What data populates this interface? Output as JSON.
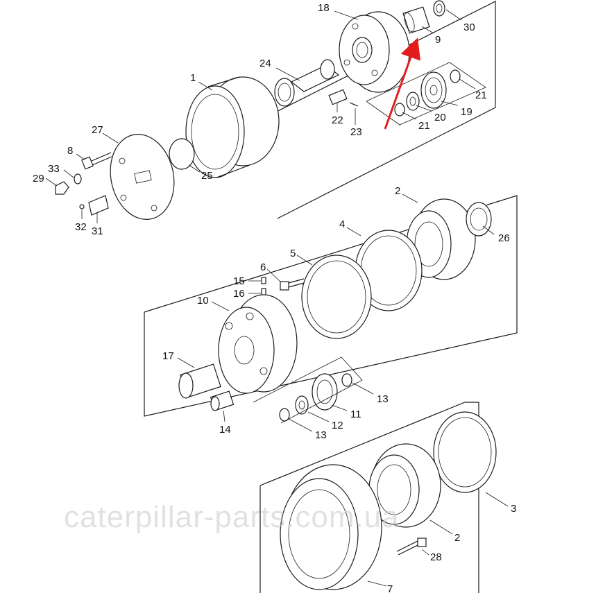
{
  "watermark": "caterpillar-parts.com.ua",
  "highlight_color": "#e31c1c",
  "labels": {
    "p18": "18",
    "p30": "30",
    "p9": "9",
    "p24": "24",
    "p1": "1",
    "p21a": "21",
    "p22": "22",
    "p23": "23",
    "p21b": "21",
    "p20": "20",
    "p19": "19",
    "p27": "27",
    "p8": "8",
    "p33": "33",
    "p29": "29",
    "p25": "25",
    "p32": "32",
    "p31": "31",
    "p2a": "2",
    "p4": "4",
    "p5": "5",
    "p6": "6",
    "p26": "26",
    "p15": "15",
    "p16": "16",
    "p10": "10",
    "p17": "17",
    "p14": "14",
    "p13a": "13",
    "p11": "11",
    "p12": "12",
    "p13b": "13",
    "p3": "3",
    "p2b": "2",
    "p28": "28",
    "p7": "7"
  }
}
